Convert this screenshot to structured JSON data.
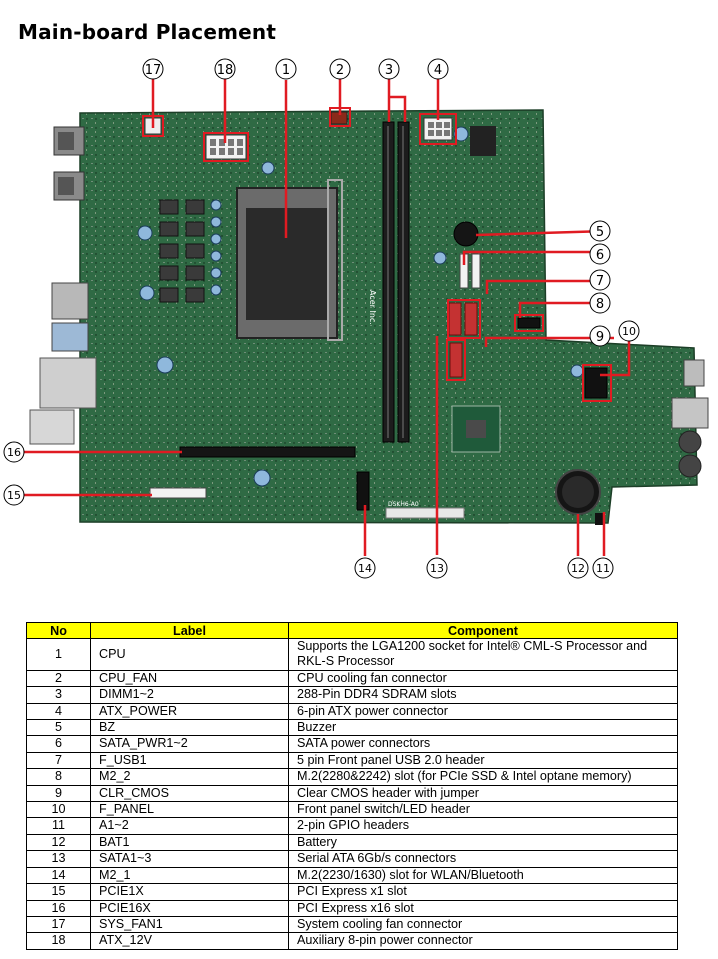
{
  "title": "Main-board Placement",
  "board": {
    "callouts": [
      "17",
      "18",
      "1",
      "2",
      "3",
      "4",
      "5",
      "6",
      "7",
      "8",
      "9",
      "10",
      "16",
      "15",
      "14",
      "13",
      "12",
      "11"
    ],
    "silkscreen": [
      "Acer Inc.",
      "DSKH6-A0"
    ],
    "colors": {
      "pcb": "#2f6a44",
      "callout_line": "#e01b22",
      "heading_fill": "#ffff00"
    }
  },
  "table": {
    "headers": [
      "No",
      "Label",
      "Component"
    ],
    "rows": [
      {
        "no": "1",
        "label": "CPU",
        "component": "Supports the LGA1200 socket for Intel® CML-S Processor and RKL-S Processor"
      },
      {
        "no": "2",
        "label": "CPU_FAN",
        "component": "CPU cooling fan connector"
      },
      {
        "no": "3",
        "label": "DIMM1~2",
        "component": "288-Pin DDR4 SDRAM slots"
      },
      {
        "no": "4",
        "label": "ATX_POWER",
        "component": "6-pin ATX power connector"
      },
      {
        "no": "5",
        "label": "BZ",
        "component": "Buzzer"
      },
      {
        "no": "6",
        "label": "SATA_PWR1~2",
        "component": "SATA power connectors"
      },
      {
        "no": "7",
        "label": "F_USB1",
        "component": "5 pin Front panel USB 2.0 header"
      },
      {
        "no": "8",
        "label": "M2_2",
        "component": "M.2(2280&2242) slot (for PCIe SSD & Intel optane memory)"
      },
      {
        "no": "9",
        "label": "CLR_CMOS",
        "component": "Clear CMOS header with jumper"
      },
      {
        "no": "10",
        "label": "F_PANEL",
        "component": "Front panel switch/LED header"
      },
      {
        "no": "11",
        "label": "A1~2",
        "component": "2-pin GPIO headers"
      },
      {
        "no": "12",
        "label": "BAT1",
        "component": "Battery"
      },
      {
        "no": "13",
        "label": "SATA1~3",
        "component": "Serial ATA 6Gb/s connectors"
      },
      {
        "no": "14",
        "label": "M2_1",
        "component": "M.2(2230/1630) slot for WLAN/Bluetooth"
      },
      {
        "no": "15",
        "label": "PCIE1X",
        "component": "PCI Express x1 slot"
      },
      {
        "no": "16",
        "label": "PCIE16X",
        "component": "PCI Express x16 slot"
      },
      {
        "no": "17",
        "label": "SYS_FAN1",
        "component": "System cooling fan connector"
      },
      {
        "no": "18",
        "label": "ATX_12V",
        "component": "Auxiliary 8-pin power connector"
      }
    ]
  }
}
